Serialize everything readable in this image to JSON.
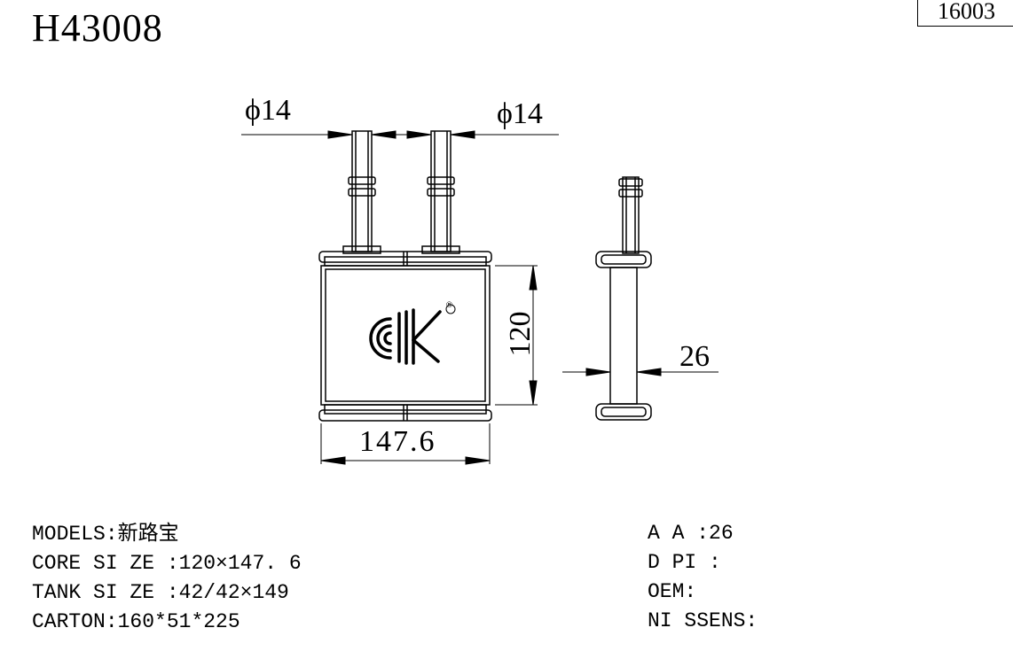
{
  "part_number": "H43008",
  "reference_code": "16003",
  "dimensions": {
    "pipe_left": "ϕ14",
    "pipe_right": "ϕ14",
    "core_height": "120",
    "core_width": "147.6",
    "depth": "26"
  },
  "logo_mark": "®",
  "specs_left": [
    {
      "label": "MODELS:",
      "value": "新路宝"
    },
    {
      "label": "CORE SI ZE :",
      "value": "120×147. 6"
    },
    {
      "label": "TANK SI ZE :",
      "value": "42/42×149"
    },
    {
      "label": "CARTON:",
      "value": "160*51*225"
    }
  ],
  "specs_right": [
    {
      "label": "A A :",
      "value": "26"
    },
    {
      "label": "D PI :",
      "value": ""
    },
    {
      "label": "OEM:",
      "value": ""
    },
    {
      "label": "NI SSENS:",
      "value": ""
    }
  ]
}
